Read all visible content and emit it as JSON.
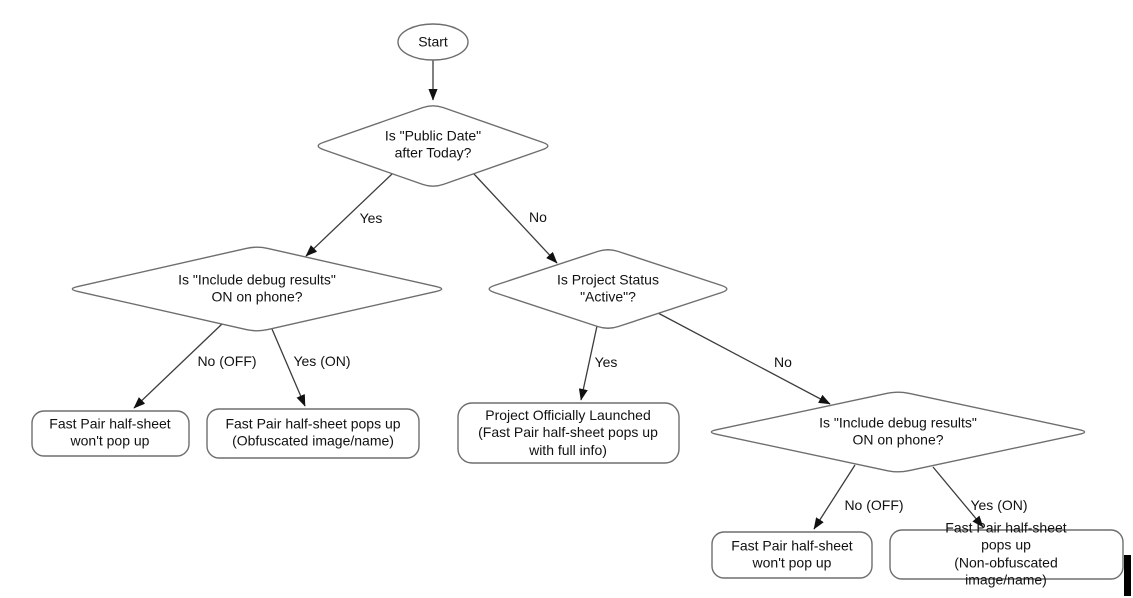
{
  "flowchart": {
    "nodes": {
      "start": {
        "label": "Start",
        "shape": "ellipse"
      },
      "d1": {
        "label": "Is \"Public Date\"\nafter Today?",
        "shape": "decision-diamond"
      },
      "d2": {
        "label": "Is \"Include debug results\"\nON on phone?",
        "shape": "decision-diamond"
      },
      "d3": {
        "label": "Is Project Status\n\"Active\"?",
        "shape": "decision-diamond"
      },
      "d4": {
        "label": "Is \"Include debug results\"\nON on phone?",
        "shape": "decision-diamond"
      },
      "r1": {
        "label": "Fast Pair half-sheet\nwon't pop up",
        "shape": "rounded-rect"
      },
      "r2": {
        "label": "Fast Pair half-sheet pops up\n(Obfuscated image/name)",
        "shape": "rounded-rect"
      },
      "r3": {
        "label": "Project Officially Launched\n(Fast Pair half-sheet pops up\nwith full info)",
        "shape": "rounded-rect"
      },
      "r4": {
        "label": "Fast Pair half-sheet\nwon't pop up",
        "shape": "rounded-rect"
      },
      "r5": {
        "label": "Fast Pair half-sheet pops up\n(Non-obfuscated image/name)",
        "shape": "rounded-rect"
      }
    },
    "edge_labels": {
      "d1_yes": "Yes",
      "d1_no": "No",
      "d2_no": "No (OFF)",
      "d2_yes": "Yes (ON)",
      "d3_yes": "Yes",
      "d3_no": "No",
      "d4_no": "No (OFF)",
      "d4_yes": "Yes (ON)"
    },
    "edges": [
      {
        "from": "start",
        "to": "d1",
        "label": ""
      },
      {
        "from": "d1",
        "to": "d2",
        "label": "Yes"
      },
      {
        "from": "d1",
        "to": "d3",
        "label": "No"
      },
      {
        "from": "d2",
        "to": "r1",
        "label": "No (OFF)"
      },
      {
        "from": "d2",
        "to": "r2",
        "label": "Yes (ON)"
      },
      {
        "from": "d3",
        "to": "r3",
        "label": "Yes"
      },
      {
        "from": "d3",
        "to": "d4",
        "label": "No"
      },
      {
        "from": "d4",
        "to": "r4",
        "label": "No (OFF)"
      },
      {
        "from": "d4",
        "to": "r5",
        "label": "Yes (ON)"
      }
    ],
    "colors": {
      "background": "#ffffff",
      "shape_stroke": "#6e6e6e",
      "shape_fill": "#ffffff",
      "arrow_stroke": "#3c3c3c",
      "arrowhead_fill": "#111111",
      "text": "#111111",
      "cursor_bar": "#000000"
    }
  }
}
